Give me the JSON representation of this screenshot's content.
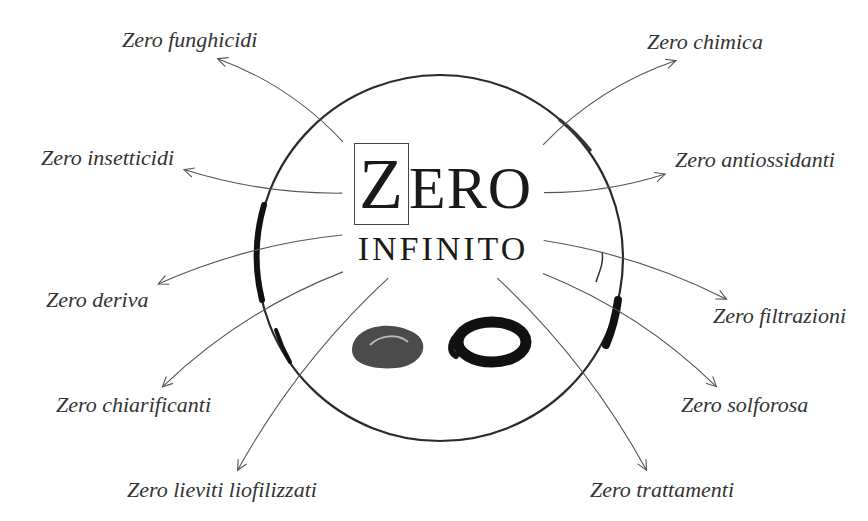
{
  "diagram": {
    "nodes": [
      {
        "text": [
          "ZERO",
          "INFINITO"
        ]
      },
      {
        "text": [
          "Zero funghicidi"
        ]
      },
      {
        "text": [
          "Zero chimica"
        ]
      },
      {
        "text": [
          "Zero insetticidi"
        ]
      },
      {
        "text": [
          "Zero antiossidanti"
        ]
      },
      {
        "text": [
          "Zero deriva"
        ]
      },
      {
        "text": [
          "Zero filtrazioni"
        ]
      },
      {
        "text": [
          "Zero chiarificanti"
        ]
      },
      {
        "text": [
          "Zero solforosa"
        ]
      },
      {
        "text": [
          "Zero lieviti liofilizzati"
        ]
      },
      {
        "text": [
          "Zero trattamenti"
        ]
      }
    ],
    "edges": [
      {
        "from": 0,
        "to": 1,
        "arrow": "to"
      },
      {
        "from": 0,
        "to": 2,
        "arrow": "to"
      },
      {
        "from": 0,
        "to": 3,
        "arrow": "to"
      },
      {
        "from": 0,
        "to": 4,
        "arrow": "to"
      },
      {
        "from": 0,
        "to": 5,
        "arrow": "to"
      },
      {
        "from": 0,
        "to": 6,
        "arrow": "to"
      },
      {
        "from": 0,
        "to": 7,
        "arrow": "to"
      },
      {
        "from": 0,
        "to": 8,
        "arrow": "to"
      },
      {
        "from": 0,
        "to": 9,
        "arrow": "to"
      },
      {
        "from": 0,
        "to": 10,
        "arrow": "to"
      }
    ]
  }
}
